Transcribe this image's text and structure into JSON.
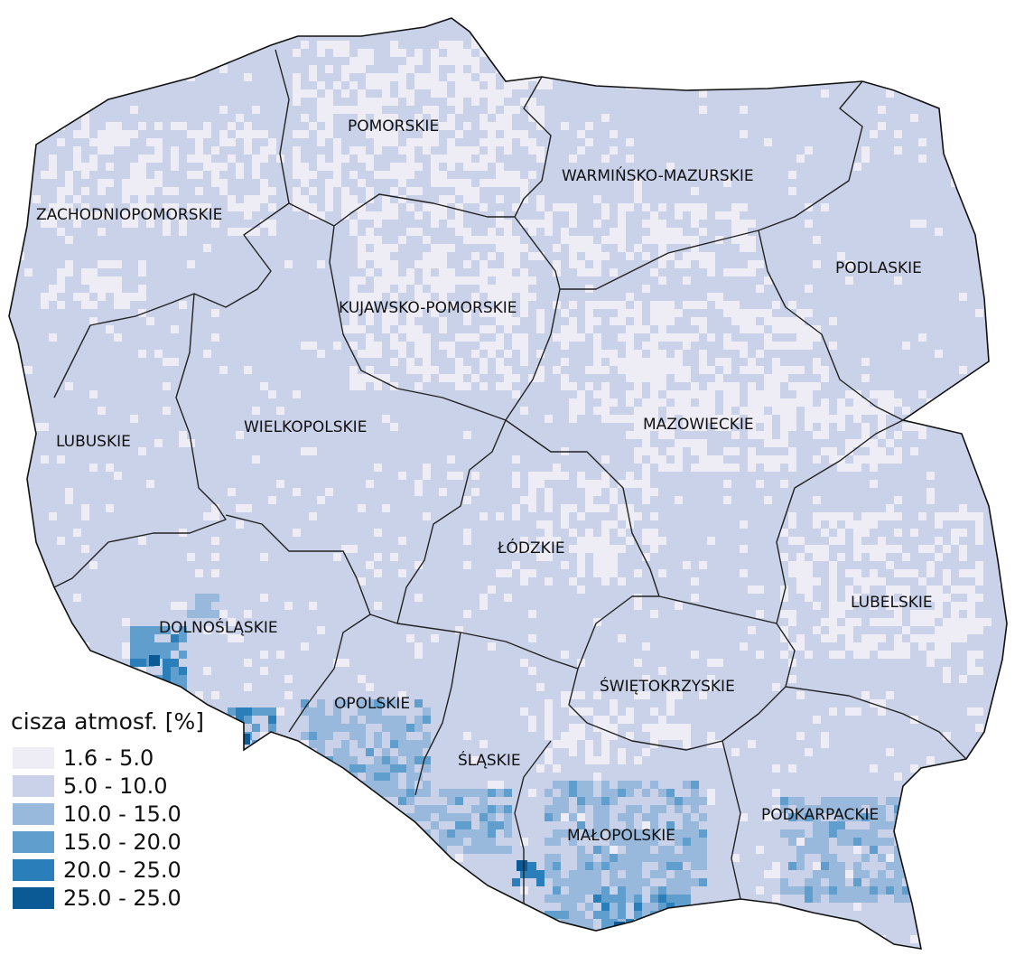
{
  "map": {
    "regions": [
      {
        "name": "ZACHODNIOPOMORSKIE"
      },
      {
        "name": "POMORSKIE"
      },
      {
        "name": "WARMIŃSKO-MAZURSKIE"
      },
      {
        "name": "PODLASKIE"
      },
      {
        "name": "KUJAWSKO-POMORSKIE"
      },
      {
        "name": "LUBUSKIE"
      },
      {
        "name": "WIELKOPOLSKIE"
      },
      {
        "name": "MAZOWIECKIE"
      },
      {
        "name": "ŁÓDZKIE"
      },
      {
        "name": "LUBELSKIE"
      },
      {
        "name": "DOLNOŚLĄSKIE"
      },
      {
        "name": "OPOLSKIE"
      },
      {
        "name": "ŚWIĘTOKRZYSKIE"
      },
      {
        "name": "ŚLĄSKIE"
      },
      {
        "name": "MAŁOPOLSKIE"
      },
      {
        "name": "PODKARPACKIE"
      }
    ]
  },
  "legend": {
    "title": "cisza atmosf. [%]",
    "classes": [
      {
        "label": "1.6 - 5.0",
        "color": "#eeedf5"
      },
      {
        "label": "5.0 - 10.0",
        "color": "#c9d2e9"
      },
      {
        "label": "10.0 - 15.0",
        "color": "#99b9dc"
      },
      {
        "label": "15.0 - 20.0",
        "color": "#5f9ecd"
      },
      {
        "label": "20.0 - 25.0",
        "color": "#2a7fba"
      },
      {
        "label": "25.0 - 25.0",
        "color": "#0b5a95"
      }
    ]
  }
}
